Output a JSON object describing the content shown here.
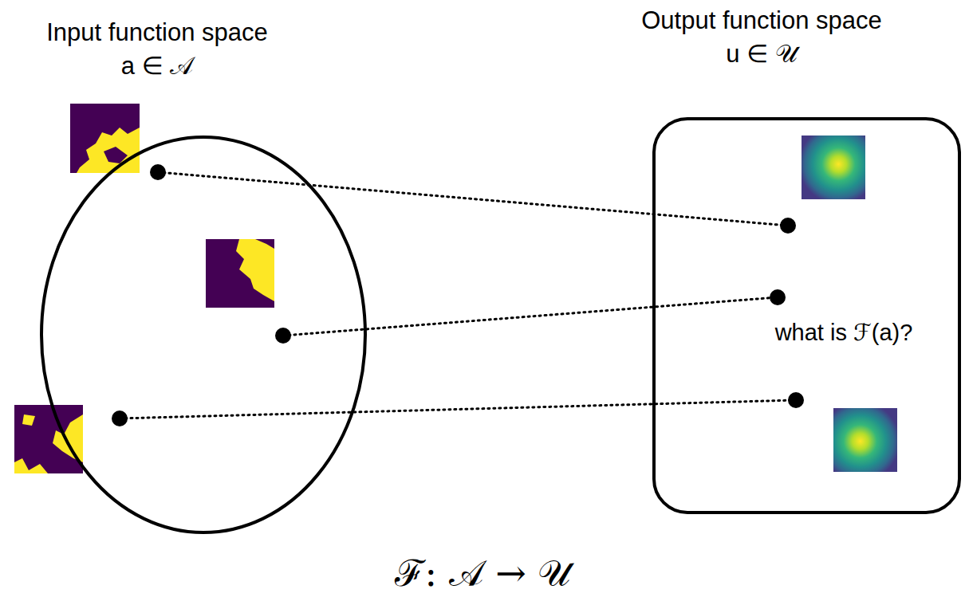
{
  "diagram": {
    "nodes": [
      {
        "text": [
          "Input function space",
          "a ∈ 𝒜"
        ]
      },
      {
        "text": [
          "Output function space",
          "u ∈ 𝒰"
        ]
      }
    ],
    "labels": [
      "what is ℱ(a)?",
      "ℱ: 𝒜 → 𝒰"
    ]
  }
}
